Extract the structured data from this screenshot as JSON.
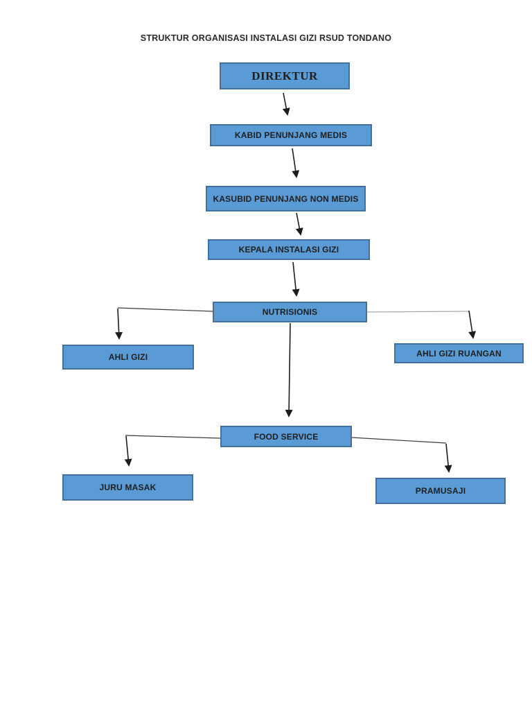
{
  "title": "STRUKTUR ORGANISASI INSTALASI GIZI RSUD TONDANO",
  "colors": {
    "box_fill": "#5b9bd5",
    "box_border": "#41719c",
    "text": "#1e1e1e",
    "title_color": "#2b2b2b",
    "line_dark": "#1c1c1c",
    "line_mid": "#3a3a3a",
    "line_light": "#a9a9a9",
    "page_bg": "#ffffff"
  },
  "nodes": {
    "direktur": {
      "label": "DIREKTUR"
    },
    "kabid": {
      "label": "KABID PENUNJANG MEDIS"
    },
    "kasubid": {
      "label": "KASUBID PENUNJANG NON MEDIS"
    },
    "kepala": {
      "label": "KEPALA INSTALASI GIZI"
    },
    "nutrisionis": {
      "label": "NUTRISIONIS"
    },
    "ahli_gizi": {
      "label": "AHLI GIZI"
    },
    "ahli_gizi_ruangan": {
      "label": "AHLI GIZI RUANGAN"
    },
    "food_service": {
      "label": "FOOD SERVICE"
    },
    "juru_masak": {
      "label": "JURU MASAK"
    },
    "pramusaji": {
      "label": "PRAMUSAJI"
    }
  }
}
